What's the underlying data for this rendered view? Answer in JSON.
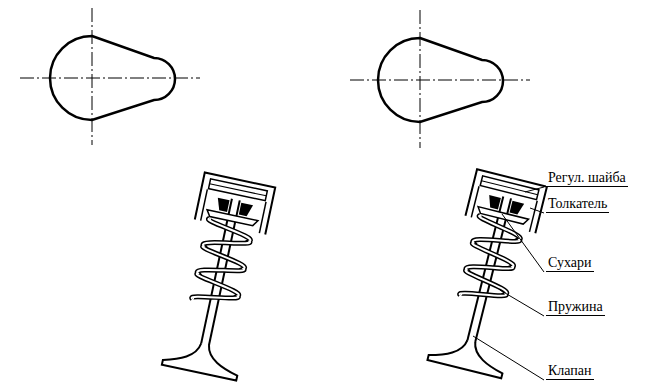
{
  "diagram": {
    "labels": [
      "Регул. шайба",
      "Толкатель",
      "Сухари",
      "Пружина",
      "Клапан"
    ]
  }
}
